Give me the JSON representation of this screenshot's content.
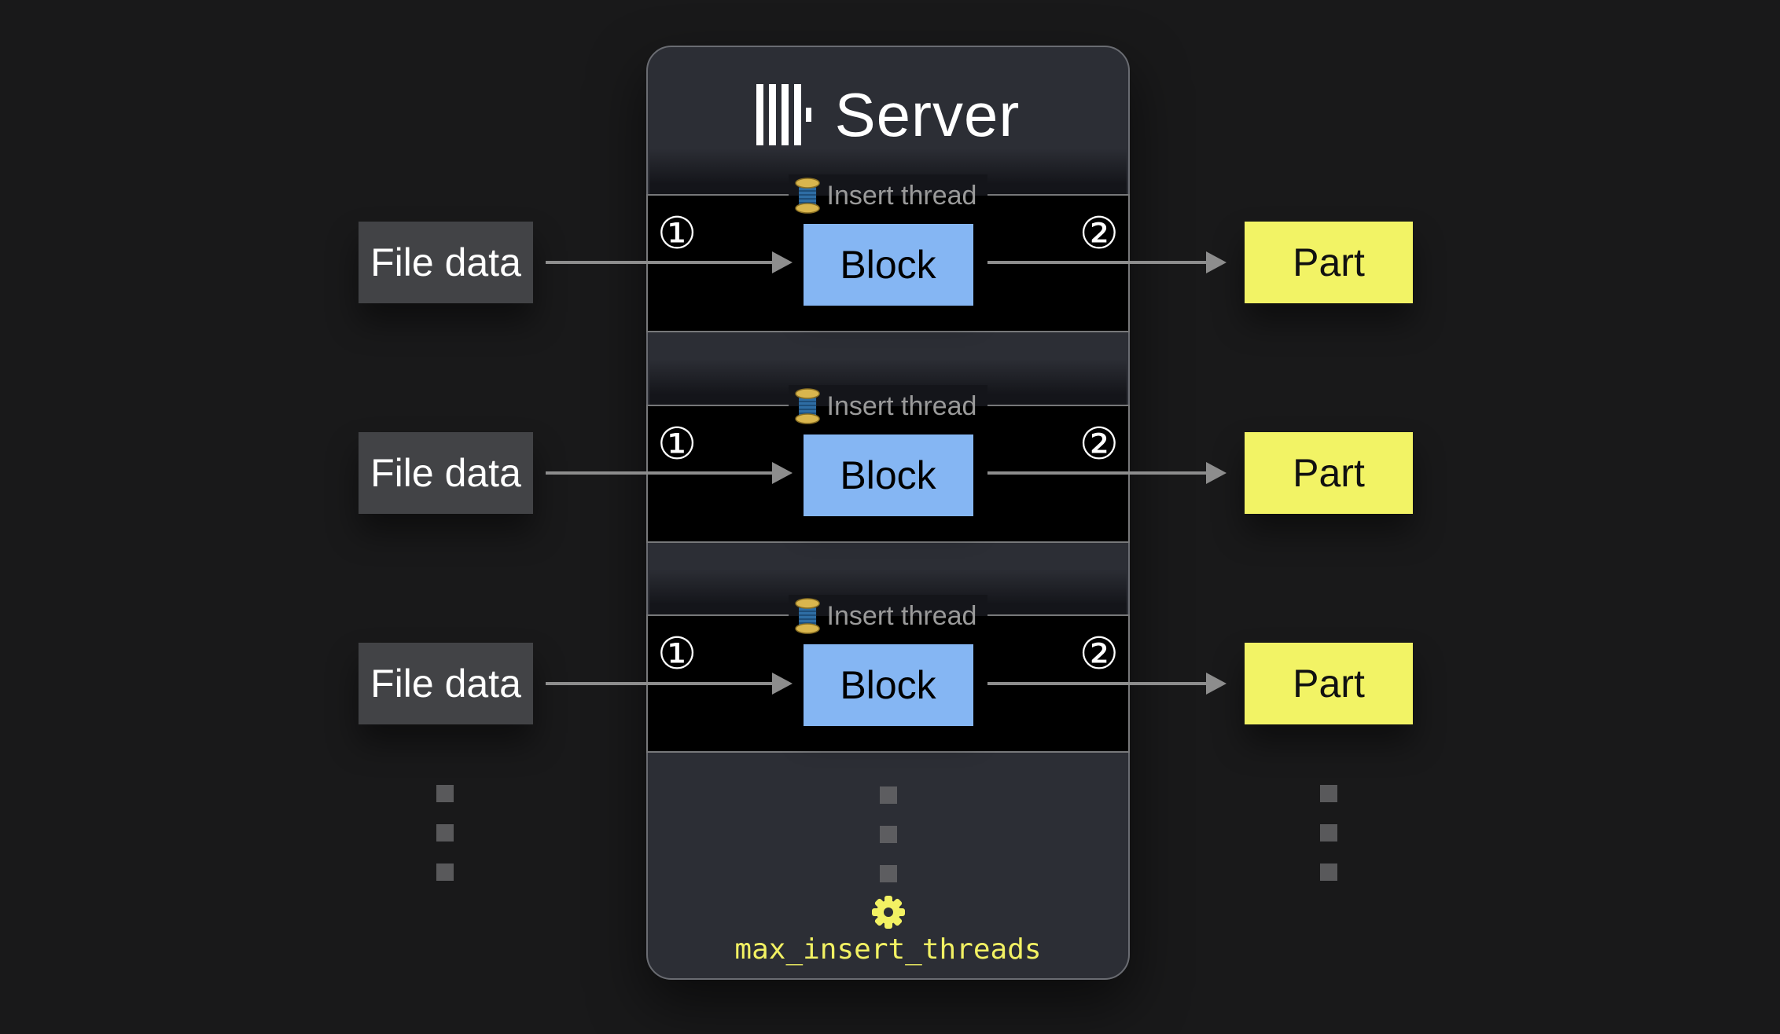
{
  "server": {
    "title": "Server",
    "logo_icon": "clickhouse-bars-logo",
    "threads": [
      {
        "legend_icon": "thread-spool-icon",
        "legend": "Insert thread",
        "marker_in": "①",
        "marker_out": "②",
        "block_label": "Block"
      },
      {
        "legend_icon": "thread-spool-icon",
        "legend": "Insert thread",
        "marker_in": "①",
        "marker_out": "②",
        "block_label": "Block"
      },
      {
        "legend_icon": "thread-spool-icon",
        "legend": "Insert thread",
        "marker_in": "①",
        "marker_out": "②",
        "block_label": "Block"
      }
    ],
    "setting": {
      "icon": "gear-icon",
      "label": "max_insert_threads"
    }
  },
  "inputs": [
    {
      "label": "File data"
    },
    {
      "label": "File data"
    },
    {
      "label": "File data"
    }
  ],
  "outputs": [
    {
      "label": "Part"
    },
    {
      "label": "Part"
    },
    {
      "label": "Part"
    }
  ],
  "colors": {
    "page_background": "#19191a",
    "panel_background": "#2c2e35",
    "thread_group_background": "#000000",
    "block_fill": "#85b6f3",
    "part_fill": "#f2f365",
    "file_fill": "#424346",
    "setting_text": "#f2f163",
    "arrow": "#8d8d8d",
    "legend_text": "#9a9a9a"
  }
}
